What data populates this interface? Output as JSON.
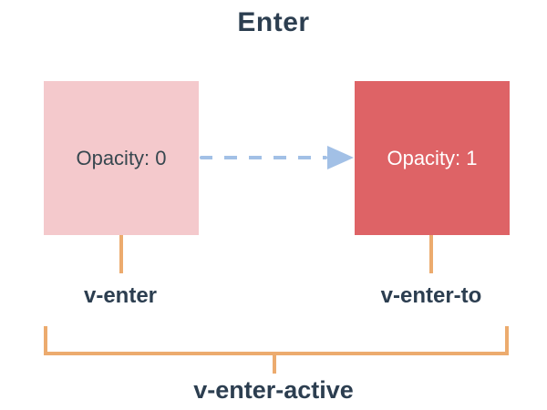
{
  "title": "Enter",
  "boxes": {
    "from": {
      "label": "Opacity: 0",
      "fill": "#f4c9cc",
      "text_color": "#37474f"
    },
    "to": {
      "label": "Opacity: 1",
      "fill": "#de6366",
      "text_color": "#ffffff"
    }
  },
  "arrow": {
    "style": "dashed",
    "direction": "right",
    "color": "#a2c0e6"
  },
  "labels": {
    "from_class": "v-enter",
    "to_class": "v-enter-to",
    "active_class": "v-enter-active"
  },
  "colors": {
    "accent_orange": "#ecab6e",
    "arrow_blue": "#a2c0e6",
    "text_dark": "#2c3e50",
    "background": "#ffffff"
  }
}
